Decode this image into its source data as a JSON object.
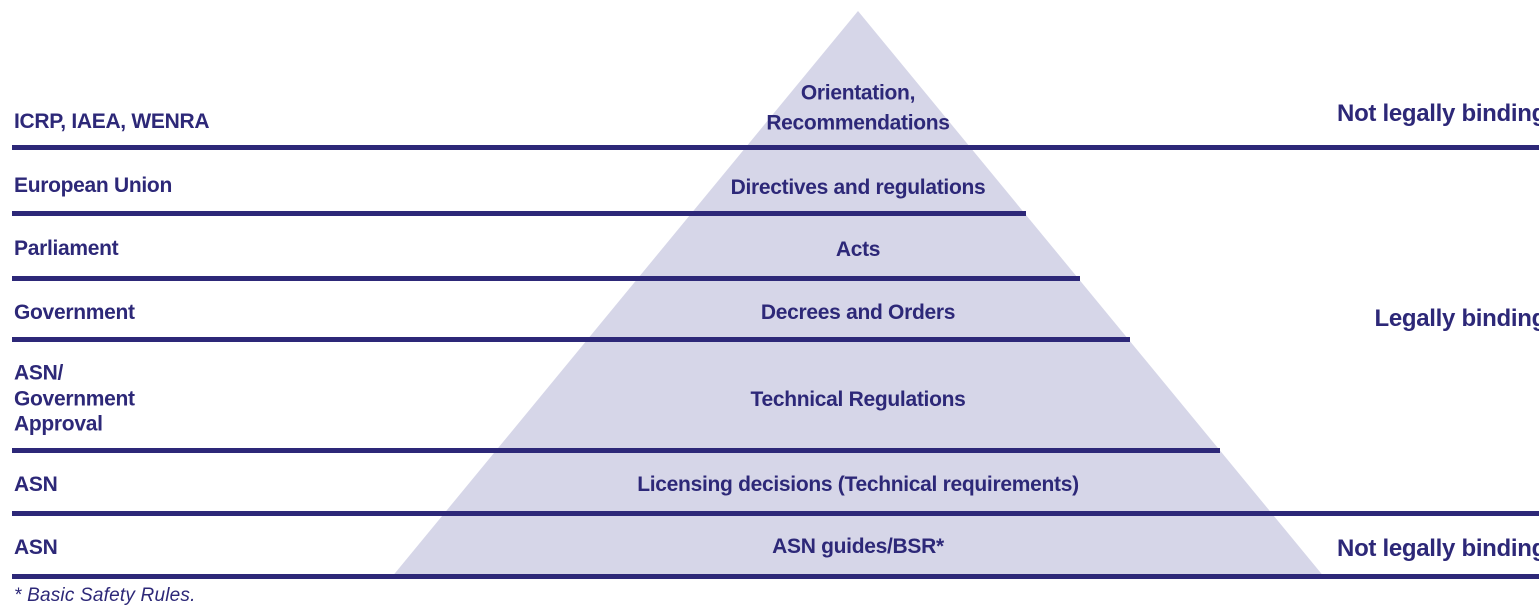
{
  "colors": {
    "indigo": "#2D2878",
    "pyramid_fill": "#D6D6E8",
    "background": "#FFFFFF"
  },
  "footnote": "* Basic Safety Rules.",
  "levels": [
    {
      "source": "ICRP, IAEA, WENRA",
      "instrument": "Orientation,\nRecommendations"
    },
    {
      "source": "European Union",
      "instrument": "Directives and regulations"
    },
    {
      "source": "Parliament",
      "instrument": "Acts"
    },
    {
      "source": "Government",
      "instrument": "Decrees and Orders"
    },
    {
      "source": "ASN/\nGovernment\nApproval",
      "instrument": "Technical Regulations"
    },
    {
      "source": "ASN",
      "instrument": "Licensing decisions (Technical requirements)"
    },
    {
      "source": "ASN",
      "instrument": "ASN guides/BSR*"
    }
  ],
  "binding_labels": [
    {
      "label": "Not legally binding"
    },
    {
      "label": "Legally binding"
    },
    {
      "label": "Not legally binding"
    }
  ]
}
